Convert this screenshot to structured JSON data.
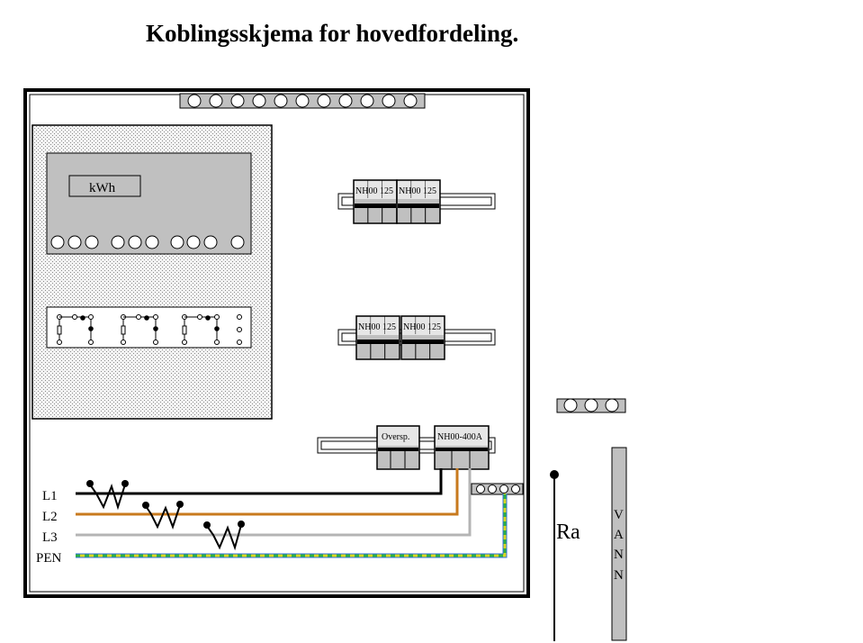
{
  "title": "Koblingsskjema for hovedfordeling.",
  "meter": {
    "label": "kWh"
  },
  "fuse_bases_upper": [
    "NH00 125",
    "NH00 125"
  ],
  "fuse_bases_middle": [
    "NH00 125",
    "NH00 125"
  ],
  "surge_protector": "Oversp.",
  "main_fuse": "NH00-400A",
  "lines": [
    {
      "label": "L1",
      "color": "#000000"
    },
    {
      "label": "L2",
      "color": "#c87a1e"
    },
    {
      "label": "L3",
      "color": "#b4b4b4"
    },
    {
      "label": "PEN",
      "colors": [
        "#d8d820",
        "#30b040",
        "#3070e0"
      ]
    }
  ],
  "earth_electrode": "Ra",
  "water_pipe": [
    "V",
    "A",
    "N",
    "N"
  ],
  "colors": {
    "panel_gray": "#c0c0c0",
    "dotted_plate": "#d8d8d8"
  }
}
